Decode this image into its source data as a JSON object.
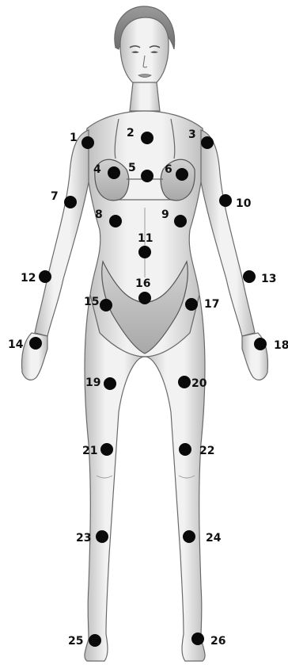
{
  "diagram": {
    "colors": {
      "skin_light": "#f4f4f4",
      "skin_mid": "#d9d9d9",
      "skin_shadow": "#a9a9a9",
      "outline": "#5a5a5a",
      "hair": "#8e8e8e",
      "bikini": "#bdbdbd",
      "marker": "#0a0a0a",
      "label": "#111111"
    },
    "markers": [
      {
        "id": "1",
        "label": "1"
      },
      {
        "id": "2",
        "label": "2"
      },
      {
        "id": "3",
        "label": "3"
      },
      {
        "id": "4",
        "label": "4"
      },
      {
        "id": "5",
        "label": "5"
      },
      {
        "id": "6",
        "label": "6"
      },
      {
        "id": "7",
        "label": "7"
      },
      {
        "id": "8",
        "label": "8"
      },
      {
        "id": "9",
        "label": "9"
      },
      {
        "id": "10",
        "label": "10"
      },
      {
        "id": "11",
        "label": "11"
      },
      {
        "id": "12",
        "label": "12"
      },
      {
        "id": "13",
        "label": "13"
      },
      {
        "id": "14",
        "label": "14"
      },
      {
        "id": "15",
        "label": "15"
      },
      {
        "id": "16",
        "label": "16"
      },
      {
        "id": "17",
        "label": "17"
      },
      {
        "id": "18",
        "label": "18"
      },
      {
        "id": "19",
        "label": "19"
      },
      {
        "id": "20",
        "label": "20"
      },
      {
        "id": "21",
        "label": "21"
      },
      {
        "id": "22",
        "label": "22"
      },
      {
        "id": "23",
        "label": "23"
      },
      {
        "id": "24",
        "label": "24"
      },
      {
        "id": "25",
        "label": "25"
      },
      {
        "id": "26",
        "label": "26"
      }
    ]
  }
}
